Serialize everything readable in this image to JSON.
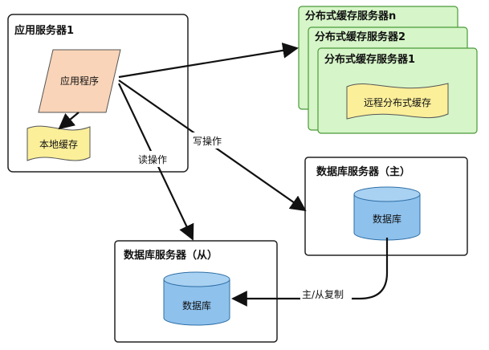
{
  "app_server": {
    "title": "应用服务器1",
    "app_program": "应用程序",
    "local_cache": "本地缓存"
  },
  "cache_servers": [
    {
      "title": "分布式缓存服务器n"
    },
    {
      "title": "分布式缓存服务器2"
    },
    {
      "title": "分布式缓存服务器1"
    }
  ],
  "remote_cache": "远程分布式缓存",
  "db_master": {
    "title": "数据库服务器（主）",
    "db": "数据库"
  },
  "db_slave": {
    "title": "数据库服务器（从）",
    "db": "数据库"
  },
  "edges": {
    "read": "读操作",
    "write": "写操作",
    "replicate": "主/从复制"
  },
  "colors": {
    "app_program_fill": "#f9d4b8",
    "local_cache_fill": "#fbef9a",
    "cache_server_fill": "#d6f5c8",
    "cache_server_border": "#4a9a3a",
    "remote_cache_fill": "#fbef9a",
    "db_fill": "#8ec1ec",
    "db_border": "#2e6fa6",
    "box_border": "#222222",
    "arrow": "#111111"
  }
}
